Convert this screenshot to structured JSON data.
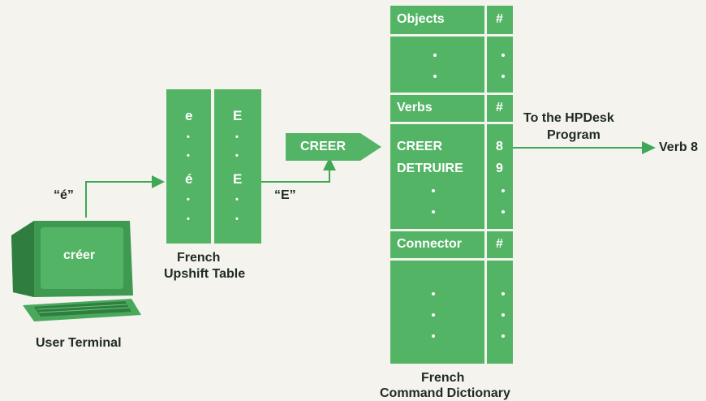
{
  "terminal": {
    "screen_text": "créer",
    "label": "User Terminal",
    "input_char": "“é”"
  },
  "upshift_table": {
    "title_line1": "French",
    "title_line2": "Upshift Table",
    "left_column": [
      "e",
      "•",
      "•",
      "é",
      "•",
      "•"
    ],
    "right_column": [
      "E",
      "•",
      "•",
      "E",
      "•",
      "•"
    ],
    "output_char": "“E”"
  },
  "upshifted_word": "CREER",
  "dictionary": {
    "title_line1": "French",
    "title_line2": "Command Dictionary",
    "hash_header": "#",
    "sections": [
      {
        "name": "Objects",
        "entries": [],
        "numbers": []
      },
      {
        "name": "Verbs",
        "entries": [
          "CREER",
          "DETRUIRE"
        ],
        "numbers": [
          "8",
          "9"
        ]
      },
      {
        "name": "Connector",
        "entries": [],
        "numbers": []
      }
    ]
  },
  "output": {
    "label_line1": "To the HPDesk",
    "label_line2": "Program",
    "result": "Verb 8"
  },
  "colors": {
    "green": "#54b466",
    "arrow": "#3fa755",
    "text": "#1f2a22",
    "background": "#f4f3ee"
  }
}
